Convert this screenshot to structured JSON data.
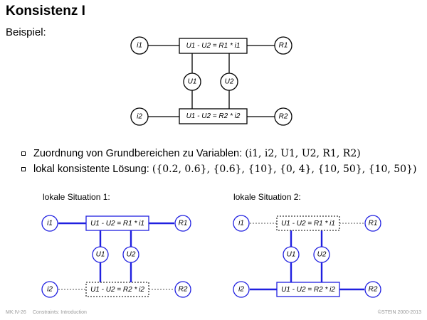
{
  "title": "Konsistenz I",
  "example_label": "Beispiel:",
  "colors": {
    "diagram_line": "#000000",
    "highlight": "#2020e0",
    "muted": "#666666",
    "footer": "#999999"
  },
  "main_diagram": {
    "nodes": {
      "i1": "i1",
      "r1": "R1",
      "u1": "U1",
      "u2": "U2",
      "i2": "i2",
      "r2": "R2"
    },
    "constraints": {
      "c1": "U1 - U2 = R1 * i1",
      "c2": "U1 - U2 = R2 * i2"
    }
  },
  "bullets": {
    "b1": {
      "text": "Zuordnung von Grundbereichen zu Variablen: ",
      "math": "(i1, i2, U1, U2, R1, R2)"
    },
    "b2": {
      "text": "lokal konsistente Lösung: ",
      "math": "({0.2, 0.6}, {0.6}, {10}, {0, 4}, {10, 50}, {10, 50})"
    }
  },
  "situations": {
    "s1": {
      "title": "lokale Situation 1:",
      "nodes": {
        "i1": "i1",
        "r1": "R1",
        "u1": "U1",
        "u2": "U2",
        "i2": "i2",
        "r2": "R2"
      },
      "constraints": {
        "c1": "U1 - U2 = R1 * i1",
        "c2": "U1 - U2 = R2 * i2"
      },
      "active_constraint": "c1"
    },
    "s2": {
      "title": "lokale Situation 2:",
      "nodes": {
        "i1": "i1",
        "r1": "R1",
        "u1": "U1",
        "u2": "U2",
        "i2": "i2",
        "r2": "R2"
      },
      "constraints": {
        "c1": "U1 - U2 = R1 * i1",
        "c2": "U1 - U2 = R2 * i2"
      },
      "active_constraint": "c2"
    }
  },
  "footer": {
    "left1": "MK:IV-26",
    "left2": "Constraints: Introduction",
    "right": "©STEIN 2000-2013"
  }
}
